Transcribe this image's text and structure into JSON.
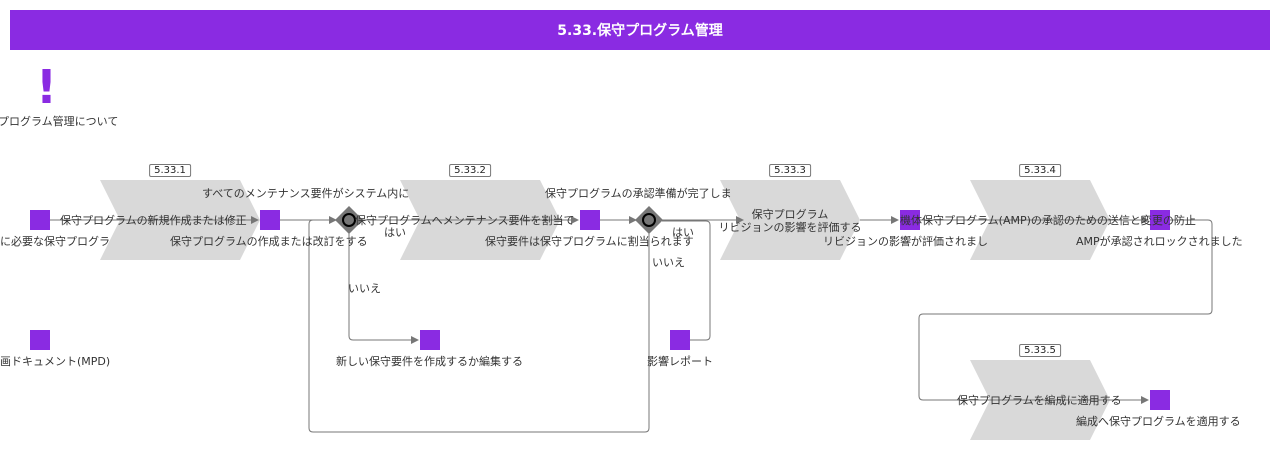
{
  "title": "5.33.保守プログラム管理",
  "about_label": "プログラム管理について",
  "steps": [
    {
      "id": "5.33.1",
      "label": "保守プログラムの新規作成または修正"
    },
    {
      "id": "5.33.2",
      "label": "保守プログラムへメンテナンス要件を割当て"
    },
    {
      "id": "5.33.3",
      "label": "保守プログラム\nリビジョンの影響を評価する"
    },
    {
      "id": "5.33.4",
      "label": "機体保守プログラム(AMP)の承認のための送信と変更の防止"
    },
    {
      "id": "5.33.5",
      "label": "保守プログラムを編成に適用する"
    }
  ],
  "events": {
    "start": "に必要な保守プログラ",
    "mpd": "画ドキュメント(MPD)",
    "created": "保守プログラムの作成または改訂をする",
    "assigned": "保守要件は保守プログラムに割当られます",
    "new_req": "新しい保守要件を作成するか編集する",
    "impact": "影響レポート",
    "evaluated": "リビジョンの影響が評価されまし",
    "locked": "AMPが承認されロックされました",
    "applied": "編成へ保守プログラムを適用する"
  },
  "gateways": [
    {
      "question": "すべてのメンテナンス要件がシステム内に",
      "yes": "はい",
      "no": "いいえ"
    },
    {
      "question": "保守プログラムの承認準備が完了しま",
      "yes": "はい",
      "no": "いいえ"
    }
  ],
  "colors": {
    "accent": "#8a2be2",
    "chevron": "#d9d9d9",
    "gateway": "#777777"
  }
}
